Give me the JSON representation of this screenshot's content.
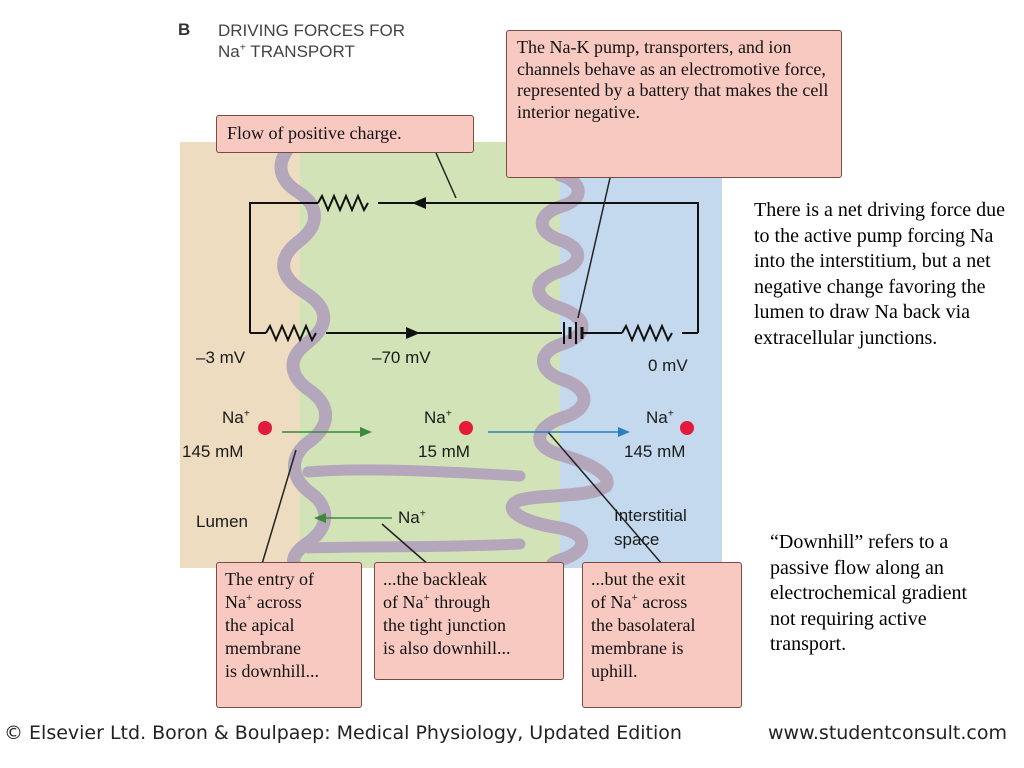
{
  "figure": {
    "panel_letter": "B",
    "title_line1": "DRIVING FORCES FOR",
    "title_line2_prefix": "Na",
    "title_line2_sup": "+",
    "title_line2_suffix": " TRANSPORT"
  },
  "callouts": {
    "pump": "The Na-K pump, transporters, and ion channels behave as an electromotive force, represented by a battery that makes the cell interior negative.",
    "flow": "Flow of positive charge.",
    "entry": {
      "l1": "The entry of",
      "l2a": "Na",
      "sup": "+",
      "l2b": " across",
      "l3": "the apical",
      "l4": "membrane",
      "l5": "is downhill..."
    },
    "backleak": {
      "l1": "...the backleak",
      "l2a": "of Na",
      "sup": "+",
      "l2b": " through",
      "l3": "the tight junction",
      "l4": "is also downhill..."
    },
    "exit": {
      "l1": "...but the exit",
      "l2a": "of Na",
      "sup": "+",
      "l2b": " across",
      "l3": "the basolateral",
      "l4": "membrane is",
      "l5": "uphill."
    }
  },
  "diagram": {
    "voltage_lumen": "–3 mV",
    "voltage_cell": "–70 mV",
    "voltage_interstitium": "0 mV",
    "na_symbol": "Na",
    "na_sup": "+",
    "conc_lumen": "145 mM",
    "conc_cell": "15 mM",
    "conc_interstitium": "145 mM",
    "lumen_label": "Lumen",
    "interstitial_label_1": "Interstitial",
    "interstitial_label_2": "space"
  },
  "notes": {
    "net_force": "There is a net driving force due to the active pump forcing Na into the interstitium, but a net negative change favoring the lumen to draw Na back via extracellular junctions.",
    "downhill": "“Downhill” refers to a passive flow along an electrochemical gradient not requiring active transport."
  },
  "footer": {
    "credit": "© Elsevier Ltd. Boron & Boulpaep: Medical Physiology, Updated Edition",
    "site": "www.studentconsult.com"
  },
  "colors": {
    "lumen_bg": "#eddcbf",
    "cell_bg": "#d2e3b7",
    "interstitium_bg": "#c4d9ee",
    "membrane": "#b4a7bb",
    "na_dot": "#e41a3c",
    "green_arrow": "#3a8a3a",
    "blue_arrow": "#2a7fc0",
    "callout_bg": "#f8c9c1"
  }
}
